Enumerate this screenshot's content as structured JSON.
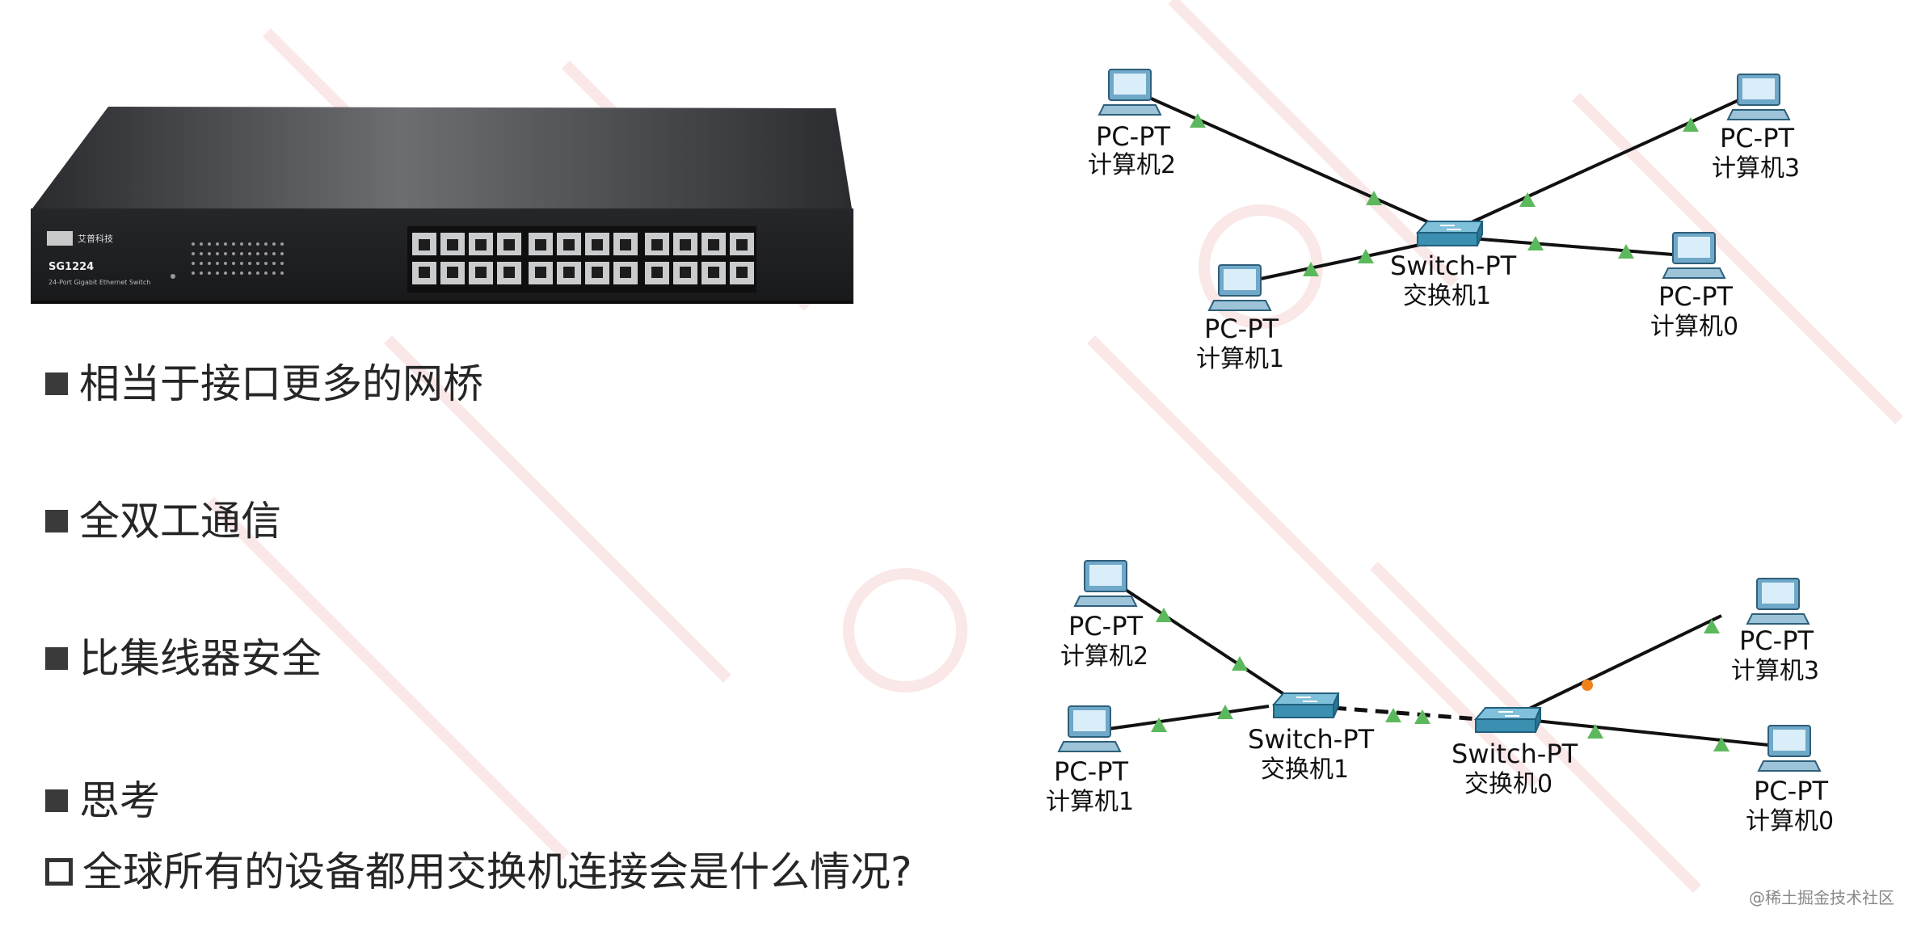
{
  "bullets": [
    {
      "text": "相当于接口更多的网桥"
    },
    {
      "text": "全双工通信"
    },
    {
      "text": "比集线器安全"
    },
    {
      "text": "思考"
    }
  ],
  "sub_bullet": {
    "text": "全球所有的设备都用交换机连接会是什么情况?"
  },
  "switch_photo": {
    "brand": "艾普科技",
    "model": "SG1224",
    "description": "24-Port Gigabit Ethernet Switch"
  },
  "diagram_top": {
    "pc2": {
      "type": "PC-PT",
      "name": "计算机2"
    },
    "pc3": {
      "type": "PC-PT",
      "name": "计算机3"
    },
    "pc1": {
      "type": "PC-PT",
      "name": "计算机1"
    },
    "pc0": {
      "type": "PC-PT",
      "name": "计算机0"
    },
    "switch1": {
      "type": "Switch-PT",
      "name": "交换机1"
    }
  },
  "diagram_bottom": {
    "pc2": {
      "type": "PC-PT",
      "name": "计算机2"
    },
    "pc1": {
      "type": "PC-PT",
      "name": "计算机1"
    },
    "pc3": {
      "type": "PC-PT",
      "name": "计算机3"
    },
    "pc0": {
      "type": "PC-PT",
      "name": "计算机0"
    },
    "switch1": {
      "type": "Switch-PT",
      "name": "交换机1"
    },
    "switch0": {
      "type": "Switch-PT",
      "name": "交换机0"
    }
  },
  "colors": {
    "link_up": "#5cb85c",
    "link_pending": "#f0821e",
    "switch_body": "#3b8fb0",
    "pc_body": "#6fa8c8"
  },
  "footer": {
    "credit": "@稀土掘金技术社区"
  }
}
